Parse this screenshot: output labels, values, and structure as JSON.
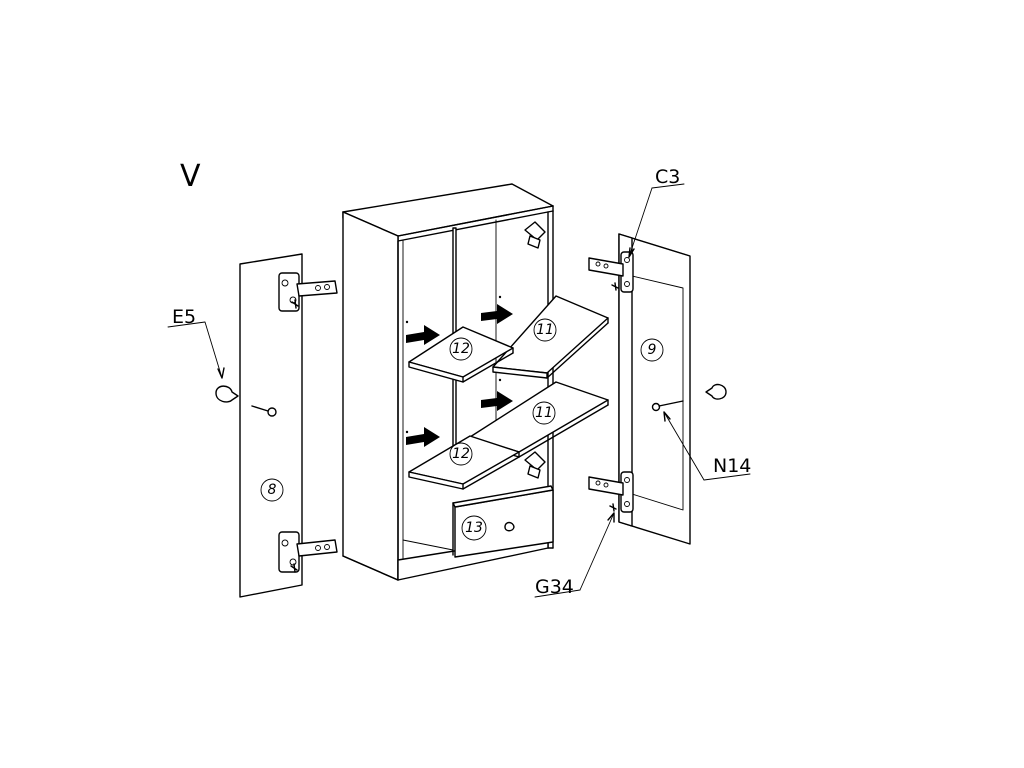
{
  "diagram": {
    "step_label": "V",
    "part_labels": {
      "e5": "E5",
      "c3": "C3",
      "n14": "N14",
      "g34": "G34"
    },
    "panel_numbers": {
      "left_door": "8",
      "right_door": "9",
      "shelf_long_top": "11",
      "shelf_long_bottom": "11",
      "shelf_short_top": "12",
      "shelf_short_bottom": "12",
      "drawer": "13"
    }
  }
}
